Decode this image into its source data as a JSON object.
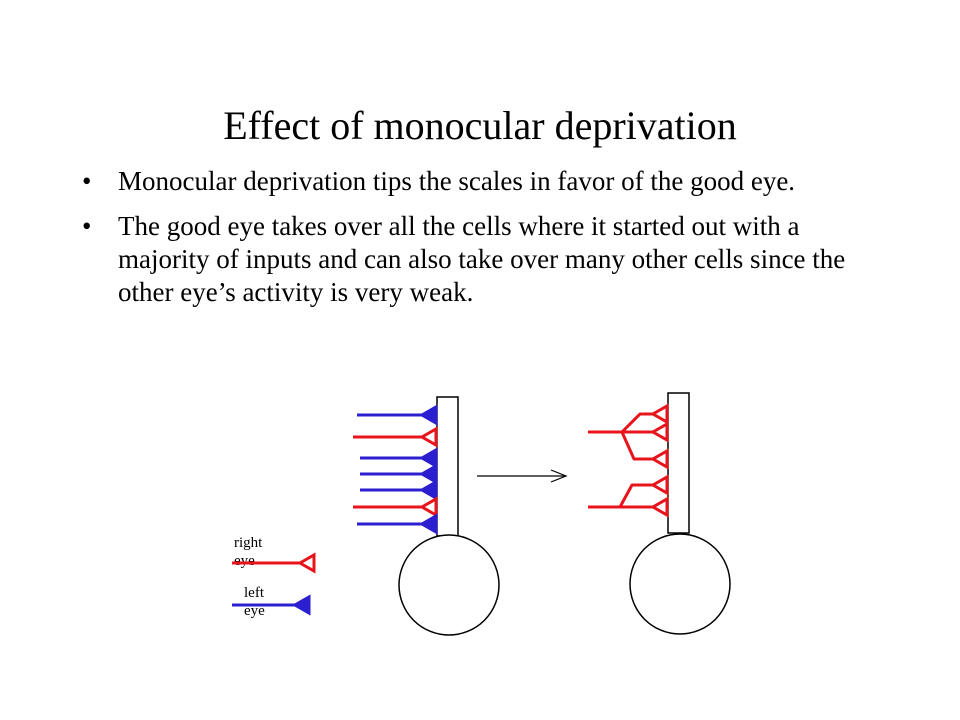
{
  "slide": {
    "title": "Effect of monocular deprivation",
    "bullets": [
      "Monocular deprivation tips the scales in favor of the good eye.",
      "The good eye takes over all the cells where it started out with a majority of inputs and can also take over many other cells since the other eye’s activity is very weak."
    ]
  },
  "legend": {
    "right_label_line1": "right",
    "right_label_line2": "eye",
    "left_label_line1": "left",
    "left_label_line2": "eye"
  },
  "colors": {
    "right_eye": "#e8141c",
    "left_eye": "#2b1fd0",
    "outline": "#000000"
  },
  "diagram": {
    "before_inputs": [
      "left",
      "right",
      "left",
      "left",
      "left",
      "right",
      "left"
    ],
    "after_inputs": [
      "right",
      "right",
      "right",
      "right",
      "right"
    ]
  }
}
